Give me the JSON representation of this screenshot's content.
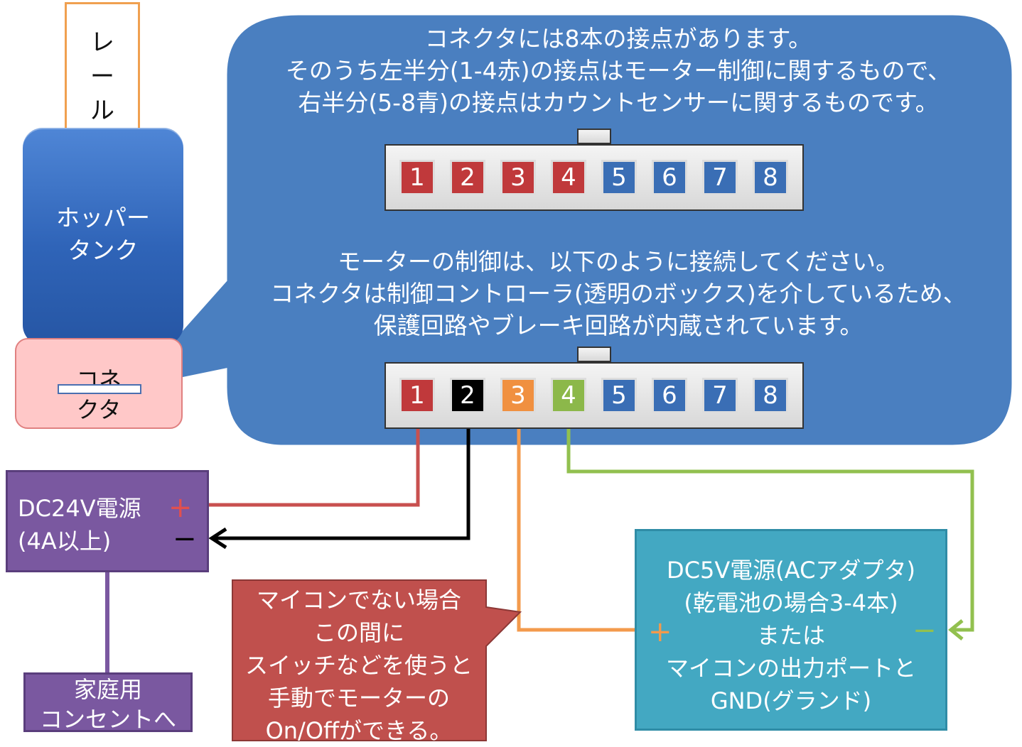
{
  "rail": {
    "label": "レ\nー\nル"
  },
  "hopper": {
    "label": "ホッパー\nタンク"
  },
  "connector": {
    "label": "コネ\nクタ"
  },
  "bubble": {
    "intro": "コネクタには8本の接点があります。\nそのうち左半分(1-4赤)の接点はモーター制御に関するもので、\n右半分(5-8青)の接点はカウントセンサーに関するものです。",
    "wiring": "モーターの制御は、以下のように接続してください。\nコネクタは制御コントローラ(透明のボックス)を介しているため、\n保護回路やブレーキ回路が内蔵されています。"
  },
  "connector_top": {
    "pins": [
      {
        "label": "1",
        "color": "#c0393b"
      },
      {
        "label": "2",
        "color": "#c0393b"
      },
      {
        "label": "3",
        "color": "#c0393b"
      },
      {
        "label": "4",
        "color": "#c0393b"
      },
      {
        "label": "5",
        "color": "#3a6eb5"
      },
      {
        "label": "6",
        "color": "#3a6eb5"
      },
      {
        "label": "7",
        "color": "#3a6eb5"
      },
      {
        "label": "8",
        "color": "#3a6eb5"
      }
    ]
  },
  "connector_bottom": {
    "pins": [
      {
        "label": "1",
        "color": "#c0393b"
      },
      {
        "label": "2",
        "color": "#000000"
      },
      {
        "label": "3",
        "color": "#f09040"
      },
      {
        "label": "4",
        "color": "#8cb84a"
      },
      {
        "label": "5",
        "color": "#3a6eb5"
      },
      {
        "label": "6",
        "color": "#3a6eb5"
      },
      {
        "label": "7",
        "color": "#3a6eb5"
      },
      {
        "label": "8",
        "color": "#3a6eb5"
      }
    ]
  },
  "psu24": {
    "label": "DC24V電源\n(4A以上)",
    "plus": "+",
    "minus": "−"
  },
  "outlet": {
    "label": "家庭用\nコンセントへ"
  },
  "note": {
    "label": "マイコンでない場合\nこの間に\nスイッチなどを使うと\n手動でモーターの\nOn/Offができる。"
  },
  "psu5": {
    "label": "DC5V電源(ACアダプタ)\n(乾電池の場合3-4本)\nまたは\nマイコンの出力ポートと\nGND(グランド)",
    "plus": "+",
    "minus": "−"
  },
  "colors": {
    "wire_red": "#c8504f",
    "wire_black": "#000000",
    "wire_orange": "#f39a4c",
    "wire_green": "#92c04f",
    "wire_purple": "#7a58a0",
    "bubble": "#4a7fc0"
  }
}
